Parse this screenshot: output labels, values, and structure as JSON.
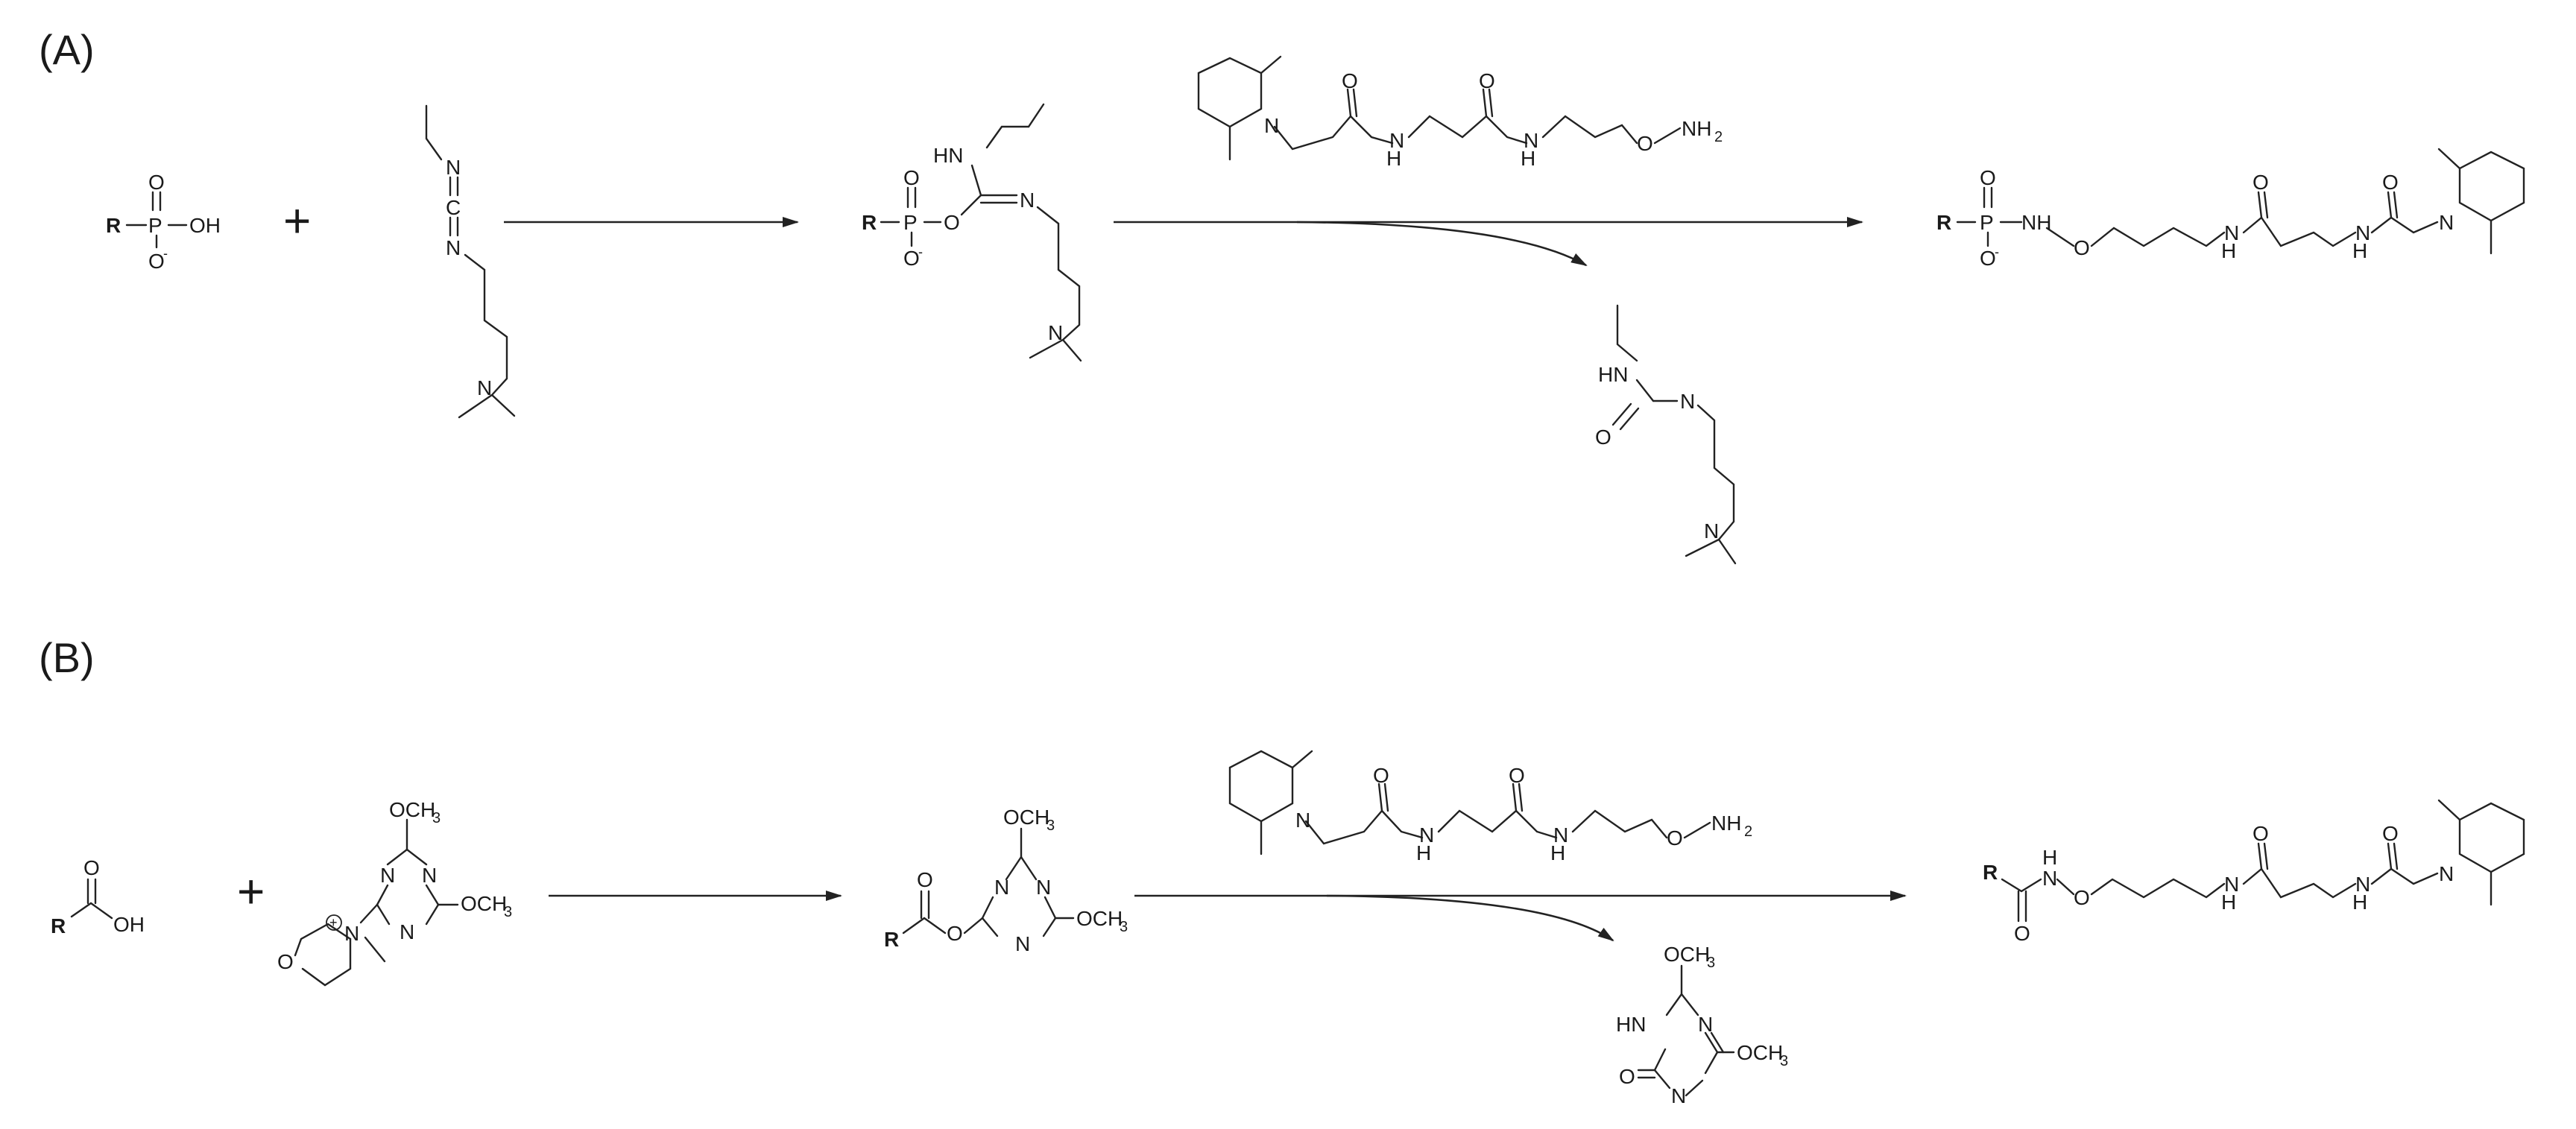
{
  "panels": {
    "a": {
      "label": "(A)"
    },
    "b": {
      "label": "(B)"
    }
  },
  "reaction_a": {
    "plus": "+",
    "reactant_1": {
      "r": "R",
      "p": "P",
      "o": "O",
      "oh": "OH",
      "o_minus": "O",
      "charge": "-"
    },
    "edc": {
      "n1": "N",
      "c": "C",
      "n2": "N",
      "n3": "N"
    },
    "intermediate": {
      "r": "R",
      "p": "P",
      "o_top": "O",
      "o_bottom": "O",
      "charge": "-",
      "o_link": "O",
      "hn": "HN",
      "n_imine": "N",
      "n_amine": "N"
    },
    "reagent": {
      "n_ring": "N",
      "o1": "O",
      "nh1": "N",
      "h1": "H",
      "o2": "O",
      "nh2": "N",
      "h2": "H",
      "o3": "O",
      "nh2_end": "NH",
      "nh2_sub": "2"
    },
    "byproduct": {
      "hn": "HN",
      "o": "O",
      "n": "N",
      "n_amine": "N"
    },
    "product": {
      "r": "R",
      "p": "P",
      "o_top": "O",
      "o_bottom": "O",
      "charge": "-",
      "nh": "NH",
      "o_link": "O",
      "n1": "N",
      "h1": "H",
      "o1": "O",
      "n2": "N",
      "h2": "H",
      "o2": "O",
      "n_ring": "N"
    }
  },
  "reaction_b": {
    "plus": "+",
    "reactant_1": {
      "r": "R",
      "o": "O",
      "oh": "OH"
    },
    "dmtmm": {
      "o_ring": "O",
      "n_plus": "N",
      "plus_sign": "+",
      "n1": "N",
      "n2": "N",
      "n3": "N",
      "och3_top": "OCH",
      "och3_top_sub": "3",
      "och3_right": "OCH",
      "och3_right_sub": "3"
    },
    "intermediate": {
      "r": "R",
      "o_carbonyl": "O",
      "o_link": "O",
      "n1": "N",
      "n2": "N",
      "n3": "N",
      "och3_top": "OCH",
      "och3_top_sub": "3",
      "och3_right": "OCH",
      "och3_right_sub": "3"
    },
    "reagent": {
      "n_ring": "N",
      "o1": "O",
      "nh1": "N",
      "h1": "H",
      "o2": "O",
      "nh2": "N",
      "h2": "H",
      "o3": "O",
      "nh2_end": "NH",
      "nh2_sub": "2"
    },
    "byproduct": {
      "o": "O",
      "hn": "HN",
      "n1": "N",
      "n2": "N",
      "och3_top": "OCH",
      "och3_top_sub": "3",
      "och3_right": "OCH",
      "och3_right_sub": "3"
    },
    "product": {
      "r": "R",
      "o": "O",
      "h": "H",
      "n": "N",
      "o_link": "O",
      "n1": "N",
      "h1": "H",
      "o1": "O",
      "n2": "N",
      "h2": "H",
      "o2": "O",
      "n_ring": "N"
    }
  },
  "colors": {
    "ink": "#222222",
    "background": "#ffffff"
  }
}
